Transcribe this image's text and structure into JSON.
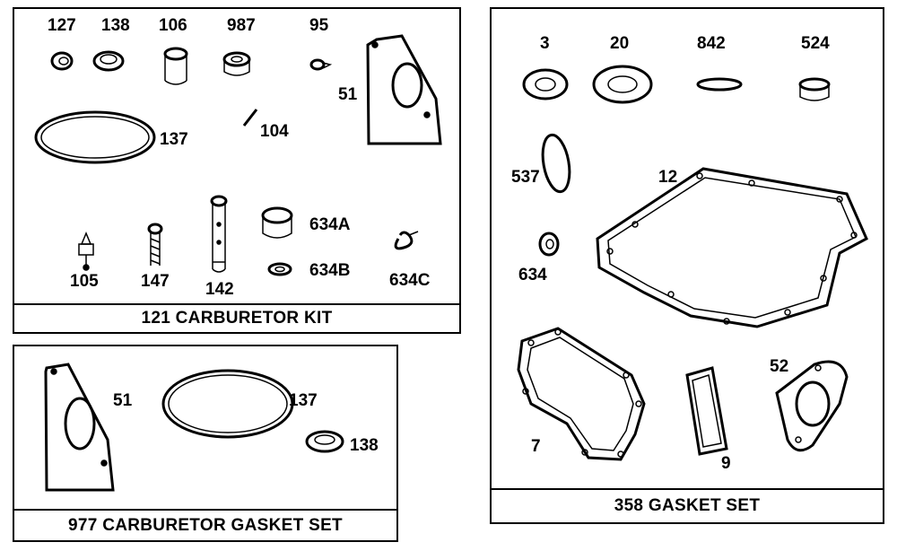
{
  "carb_kit": {
    "title": "121 CARBURETOR KIT",
    "labels": {
      "p127": "127",
      "p138": "138",
      "p106": "106",
      "p987": "987",
      "p95": "95",
      "p51": "51",
      "p137": "137",
      "p104": "104",
      "p105": "105",
      "p147": "147",
      "p142": "142",
      "p634a": "634A",
      "p634b": "634B",
      "p634c": "634C"
    }
  },
  "carb_gasket_set": {
    "title": "977 CARBURETOR GASKET SET",
    "labels": {
      "p51": "51",
      "p137": "137",
      "p138": "138"
    }
  },
  "gasket_set": {
    "title": "358 GASKET SET",
    "labels": {
      "p3": "3",
      "p20": "20",
      "p842": "842",
      "p524": "524",
      "p537": "537",
      "p12": "12",
      "p634": "634",
      "p52": "52",
      "p7": "7",
      "p9": "9"
    }
  }
}
